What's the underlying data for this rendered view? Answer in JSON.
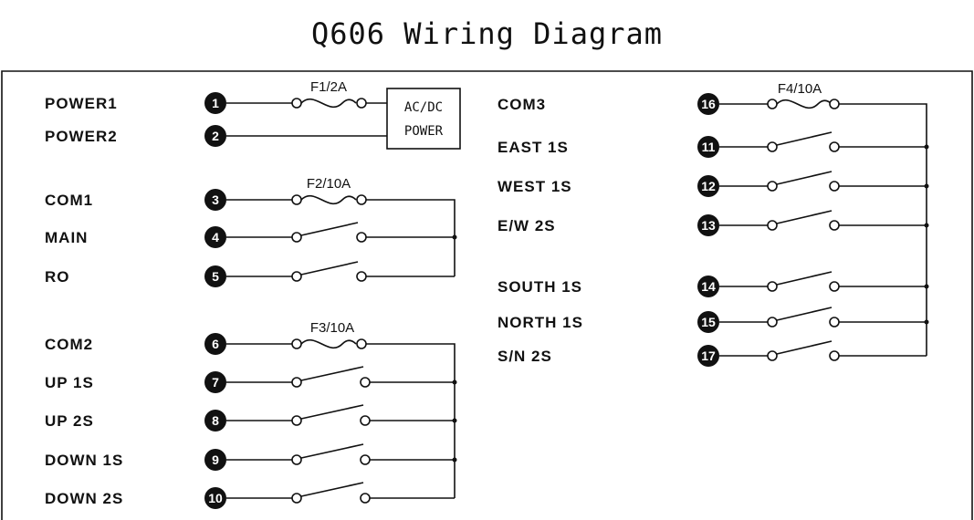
{
  "title": "Q606 Wiring Diagram",
  "power_box": {
    "line1": "AC/DC",
    "line2": "POWER"
  },
  "fuses": {
    "f1": "F1/2A",
    "f2": "F2/10A",
    "f3": "F3/10A",
    "f4": "F4/10A"
  },
  "left_terminals": [
    {
      "num": "1",
      "label": "POWER1"
    },
    {
      "num": "2",
      "label": "POWER2"
    },
    {
      "num": "3",
      "label": "COM1"
    },
    {
      "num": "4",
      "label": "MAIN"
    },
    {
      "num": "5",
      "label": "RO"
    },
    {
      "num": "6",
      "label": "COM2"
    },
    {
      "num": "7",
      "label": "UP 1S"
    },
    {
      "num": "8",
      "label": "UP 2S"
    },
    {
      "num": "9",
      "label": "DOWN 1S"
    },
    {
      "num": "10",
      "label": "DOWN 2S"
    }
  ],
  "right_terminals": [
    {
      "num": "16",
      "label": "COM3"
    },
    {
      "num": "11",
      "label": "EAST 1S"
    },
    {
      "num": "12",
      "label": "WEST 1S"
    },
    {
      "num": "13",
      "label": "E/W 2S"
    },
    {
      "num": "14",
      "label": "SOUTH 1S"
    },
    {
      "num": "15",
      "label": "NORTH 1S"
    },
    {
      "num": "17",
      "label": "S/N 2S"
    }
  ]
}
